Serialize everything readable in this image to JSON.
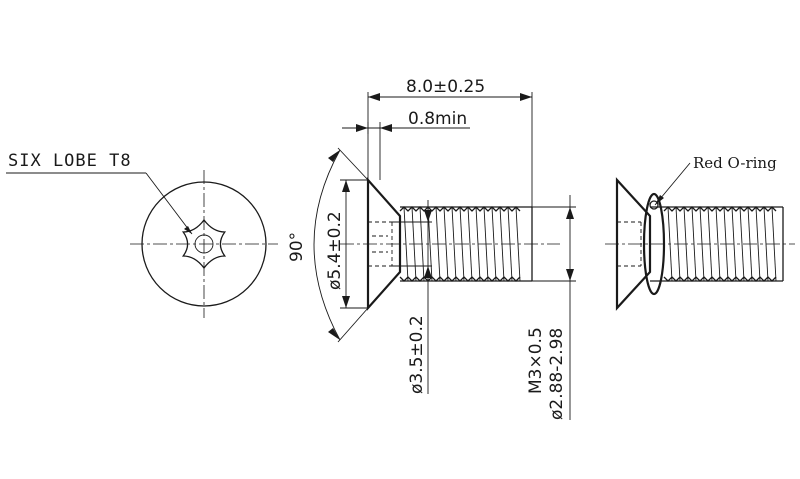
{
  "labels": {
    "drive": "SIX LOBE T8",
    "overall_length": "8.0±0.25",
    "head_min": "0.8min",
    "angle": "90°",
    "head_diameter": "ø5.4±0.2",
    "recess_diameter": "ø3.5±0.2",
    "thread_size": "M3×0.5",
    "thread_diameter": "ø2.88-2.98",
    "oring": "Red O-ring"
  }
}
